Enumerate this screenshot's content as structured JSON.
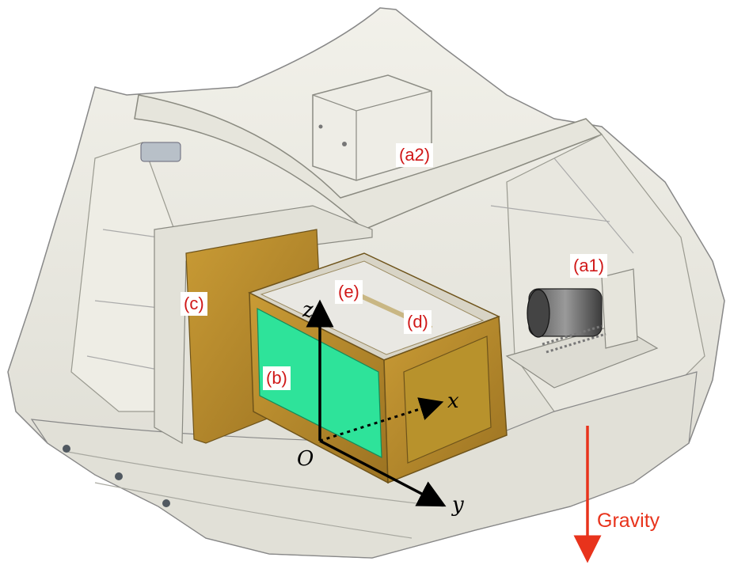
{
  "labels": {
    "a1": "(a1)",
    "a2": "(a2)",
    "b": "(b)",
    "c": "(c)",
    "d": "(d)",
    "e": "(e)"
  },
  "axes": {
    "origin": "O",
    "x": "x",
    "y": "y",
    "z": "z"
  },
  "gravity": "Gravity",
  "colors": {
    "label_text": "#d01818",
    "gravity_arrow": "#e8331c",
    "frame_brass": "#b58a2a",
    "panel_green": "#2ee39a",
    "housing": "#ecebe3"
  }
}
